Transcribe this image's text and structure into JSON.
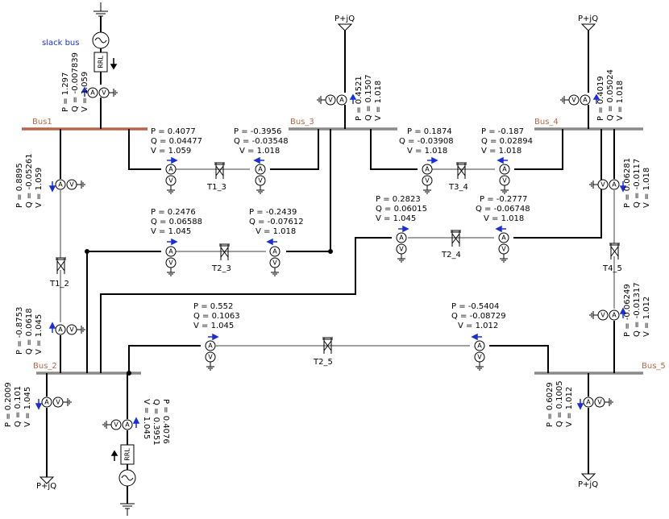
{
  "buses": {
    "bus1": "Bus1",
    "bus2": "Bus_2",
    "bus3": "Bus_3",
    "bus4": "Bus_4",
    "bus5": "Bus_5"
  },
  "slack_label": "slack bus",
  "rrl_label": "RRL",
  "load_label": "P+jQ",
  "meter_a": "A",
  "meter_v": "V",
  "transformers": {
    "t1_2": "T1_2",
    "t1_3": "T1_3",
    "t2_3": "T2_3",
    "t2_4": "T2_4",
    "t2_5": "T2_5",
    "t3_4": "T3_4",
    "t4_5": "T4_5"
  },
  "readings": {
    "slack_gen": {
      "p": "P = 1.297",
      "q": "Q = -0.007839",
      "v": "V = 1.059"
    },
    "gen2": {
      "p": "P = 0.4076",
      "q": "Q = 0.3951",
      "v": "V = 1.045"
    },
    "load2": {
      "p": "P = 0.2009",
      "q": "Q = 0.101",
      "v": "V = 1.045"
    },
    "load3": {
      "p": "P = 0.4521",
      "q": "Q = 0.1507",
      "v": "V = 1.018"
    },
    "load4": {
      "p": "P = 0.4019",
      "q": "Q = 0.05024",
      "v": "V = 1.018"
    },
    "load5": {
      "p": "P = 0.6029",
      "q": "Q = 0.1005",
      "v": "V = 1.012"
    },
    "t12_bus1": {
      "p": "P = 0.8895",
      "q": "Q = -0.05261",
      "v": "V = 1.059"
    },
    "t12_bus2": {
      "p": "P = -0.8753",
      "q": "Q = 0.0618",
      "v": "V = 1.045"
    },
    "t13_bus1": {
      "p": "P = 0.4077",
      "q": "Q = 0.04477",
      "v": "V = 1.059"
    },
    "t13_bus3": {
      "p": "P = -0.3956",
      "q": "Q = -0.03548",
      "v": "V = 1.018"
    },
    "t23_bus2": {
      "p": "P = 0.2476",
      "q": "Q = 0.06588",
      "v": "V = 1.045"
    },
    "t23_bus3": {
      "p": "P = -0.2439",
      "q": "Q = -0.07612",
      "v": "V = 1.018"
    },
    "t34_bus3": {
      "p": "P = 0.1874",
      "q": "Q = -0.03908",
      "v": "V = 1.018"
    },
    "t34_bus4": {
      "p": "P = -0.187",
      "q": "Q = 0.02894",
      "v": "V = 1.018"
    },
    "t24_bus2": {
      "p": "P = 0.2823",
      "q": "Q = 0.06015",
      "v": "V = 1.045"
    },
    "t24_bus4": {
      "p": "P = -0.2777",
      "q": "Q = -0.06748",
      "v": "V = 1.018"
    },
    "t25_bus2": {
      "p": "P = 0.552",
      "q": "Q = 0.1063",
      "v": "V = 1.045"
    },
    "t25_bus5": {
      "p": "P = -0.5404",
      "q": "Q = -0.08729",
      "v": "V = 1.012"
    },
    "t45_bus4": {
      "p": "P = 0.06281",
      "q": "Q = -0.0117",
      "v": "V = 1.018"
    },
    "t45_bus5": {
      "p": "P = -0.06249",
      "q": "Q = -0.01317",
      "v": "V = 1.012"
    }
  },
  "colors": {
    "bus_slack": "#b5654a",
    "bus": "#8a8a8a",
    "arrow": "#1a2fd6",
    "branch_wire": "#a0a0a0"
  }
}
